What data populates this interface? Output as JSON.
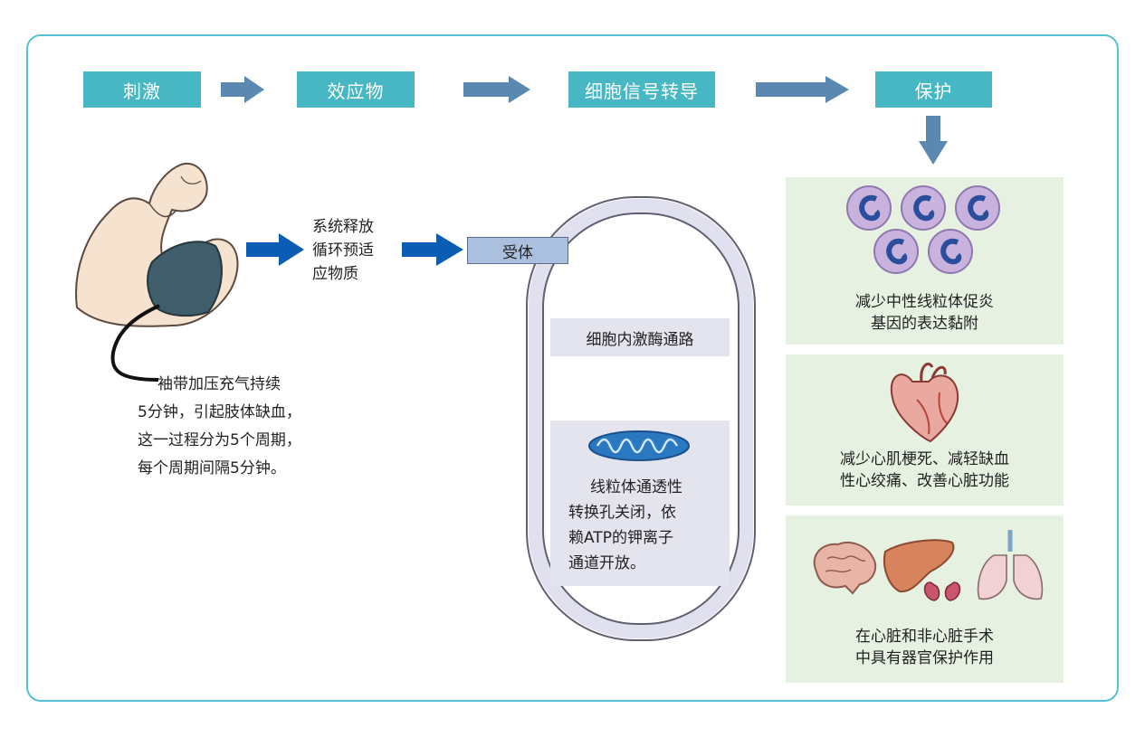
{
  "stages": {
    "stimulus": "刺激",
    "effector": "效应物",
    "signal": "细胞信号转导",
    "protect": "保护"
  },
  "stimulus_text": [
    "袖带加压充气持续",
    "5分钟，引起肢体缺血，",
    "这一过程分为5个周期，",
    "每个周期间隔5分钟。"
  ],
  "release_text": [
    "系统释放",
    "循环预适",
    "应物质"
  ],
  "receptor": "受体",
  "kinase_pathway": "细胞内激酶通路",
  "mito_text": [
    "线粒体通透性",
    "转换孔关闭，依",
    "赖ATP的钾离子",
    "通道开放。"
  ],
  "outcomes": [
    {
      "lines": [
        "减少中性线粒体促炎",
        "基因的表达黏附"
      ],
      "icon": "neutrophil-cells-icon"
    },
    {
      "lines": [
        "减少心肌梗死、减轻缺血",
        "性心绞痛、改善心脏功能"
      ],
      "icon": "heart-icon"
    },
    {
      "lines": [
        "在心脏和非心脏手术",
        "中具有器官保护作用"
      ],
      "icon": "organs-icon"
    }
  ],
  "colors": {
    "stage_fill": "#46b7c3",
    "frame": "#54c2d4",
    "arrow_gray": "#5a88b0",
    "arrow_blue": "#0b5db3",
    "panel": "#e6f1e2"
  }
}
